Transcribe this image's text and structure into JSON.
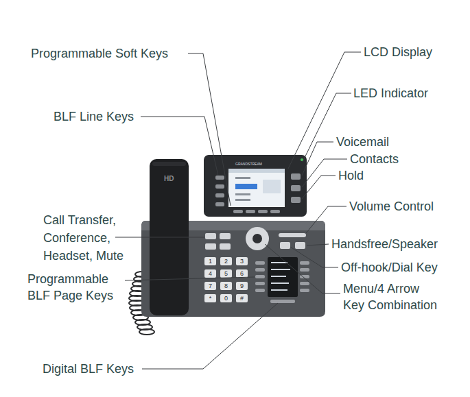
{
  "diagram": {
    "labels": [
      "Programmable Soft Keys",
      "LCD Display",
      "LED Indicator",
      "BLF Line Keys",
      "Voicemail",
      "Contacts",
      "Hold",
      "Volume Control",
      "Call Transfer, Conference, Headset, Mute",
      "Handsfree/Speaker",
      "Off-hook/Dial Key",
      "Programmable BLF Page Keys",
      "Menu/4 Arrow Key Combination",
      "Digital BLF Keys",
      "HD",
      "GRANDSTREAM",
      "1",
      "2",
      "3",
      "4",
      "5",
      "6",
      "7",
      "8",
      "9",
      "*",
      "0",
      "#"
    ]
  }
}
